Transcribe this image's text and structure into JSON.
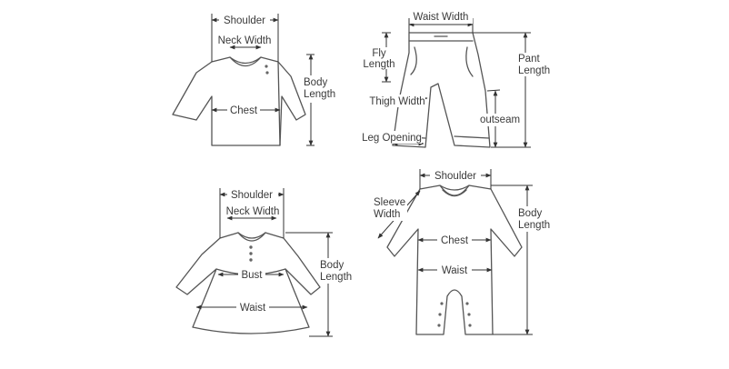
{
  "shirt": {
    "shoulder": "Shoulder",
    "neck_width": "Neck Width",
    "chest": "Chest",
    "body_length_1": "Body",
    "body_length_2": "Length"
  },
  "pants": {
    "waist_width": "Waist Width",
    "fly_length_1": "Fly",
    "fly_length_2": "Length",
    "pant_length_1": "Pant",
    "pant_length_2": "Length",
    "thigh_width": "Thigh Width",
    "outseam": "outseam",
    "leg_opening": "Leg Opening"
  },
  "dress": {
    "shoulder": "Shoulder",
    "neck_width": "Neck Width",
    "bust": "Bust",
    "waist": "Waist",
    "body_length_1": "Body",
    "body_length_2": "Length"
  },
  "romper": {
    "shoulder": "Shoulder",
    "sleeve_width_1": "Sleeve",
    "sleeve_width_2": "Width",
    "chest": "Chest",
    "waist": "Waist",
    "body_length_1": "Body",
    "body_length_2": "Length"
  }
}
